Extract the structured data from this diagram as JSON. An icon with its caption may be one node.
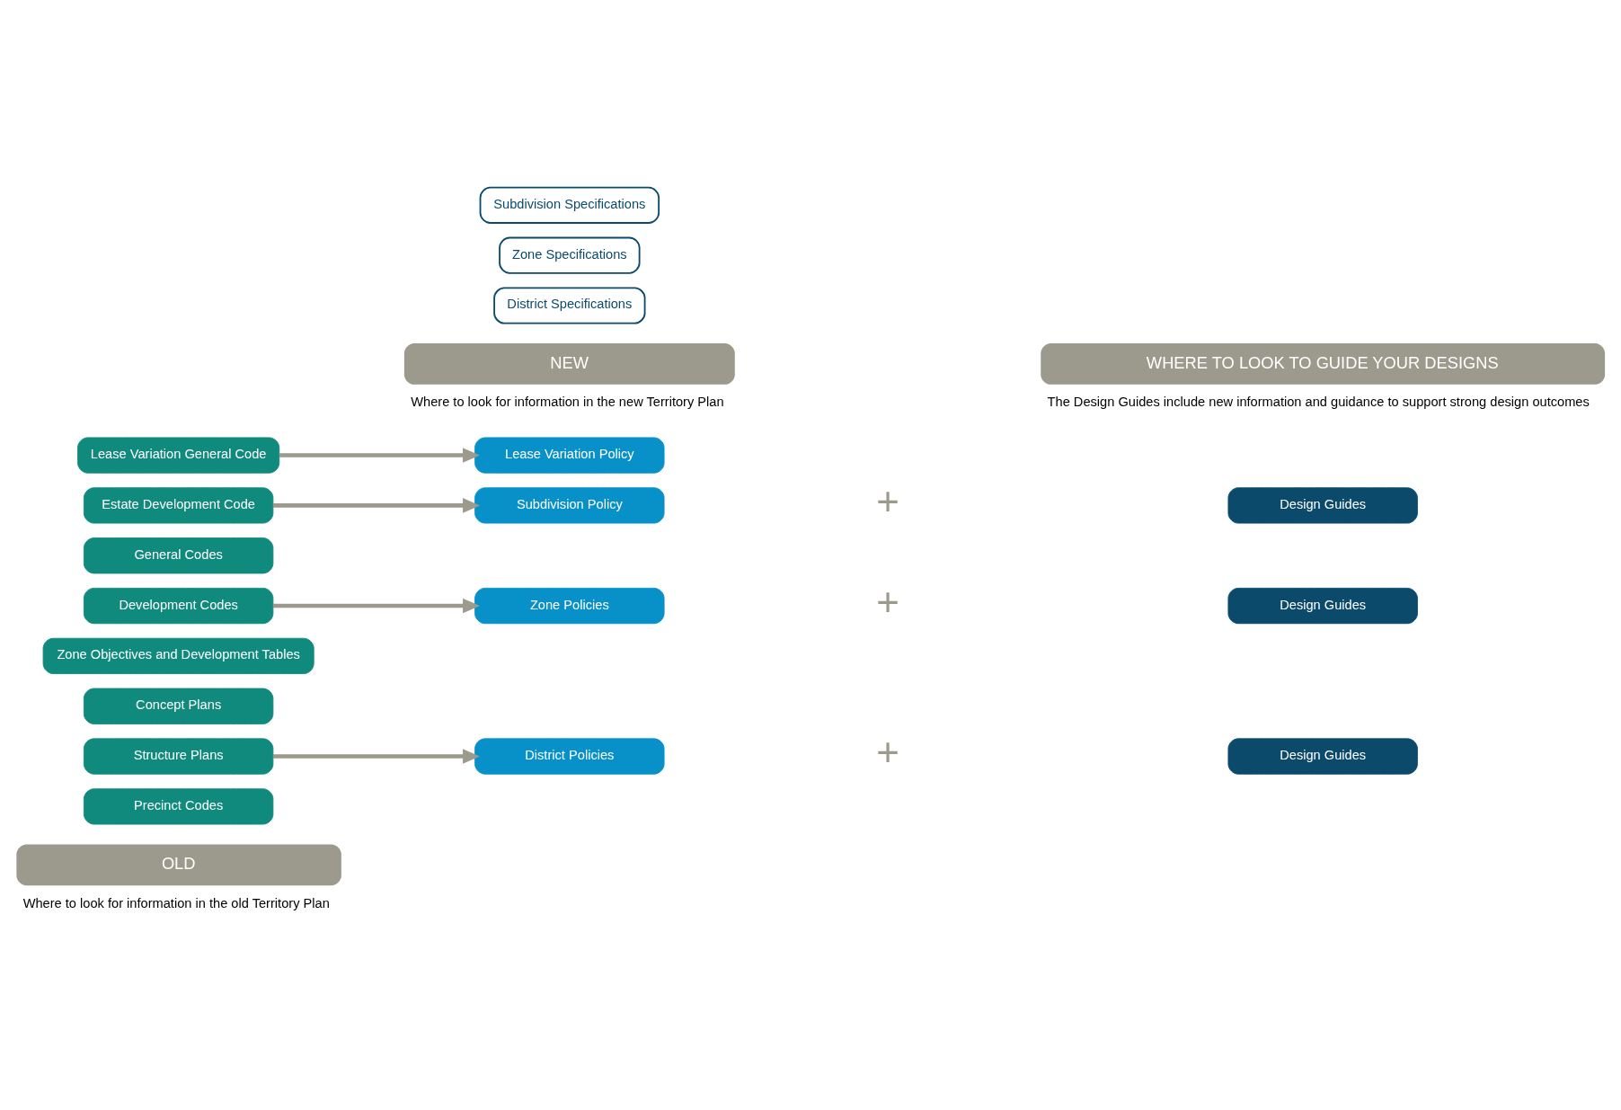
{
  "diagram": {
    "nodes": [
      {
        "text": [
          "OLD"
        ],
        "beside": [
          "Where to look for information in the old Territory Plan"
        ]
      },
      {
        "text": [
          "NEW"
        ],
        "beside": [
          "Where to look for information in the new Territory Plan"
        ]
      },
      {
        "text": [
          "WHERE TO LOOK TO GUIDE YOUR DESIGNS"
        ],
        "beside": [
          "The Design Guides include new information and guidance to support strong design outcomes"
        ]
      },
      {
        "text": [
          "Precinct Codes"
        ]
      },
      {
        "text": [
          "Structure Plans"
        ]
      },
      {
        "text": [
          "Concept Plans"
        ]
      },
      {
        "text": [
          "District Policies"
        ]
      },
      {
        "text": [
          "District Specifications"
        ]
      },
      {
        "text": [
          "Design Guides"
        ]
      },
      {
        "text": [
          "Zone Objectives and Development Tables"
        ]
      },
      {
        "text": [
          "Development Codes"
        ]
      },
      {
        "text": [
          "General Codes"
        ]
      },
      {
        "text": [
          "Zone Policies"
        ]
      },
      {
        "text": [
          "Zone Specifications"
        ]
      },
      {
        "text": [
          "Design Guides"
        ]
      },
      {
        "text": [
          "Estate Development Code"
        ]
      },
      {
        "text": [
          "Subdivision Policy"
        ]
      },
      {
        "text": [
          "Subdivision Specifications"
        ]
      },
      {
        "text": [
          "Design Guides"
        ]
      },
      {
        "text": [
          "Lease Variation General Code"
        ]
      },
      {
        "text": [
          "Lease Variation Policy"
        ]
      }
    ],
    "edges": [
      {
        "from": 4,
        "to": 6,
        "arrow": "to"
      },
      {
        "from": 10,
        "to": 12,
        "arrow": "to"
      },
      {
        "from": 15,
        "to": 16,
        "arrow": "to"
      },
      {
        "from": 19,
        "to": 20,
        "arrow": "to"
      }
    ],
    "labels": [
      "+",
      "+",
      "+"
    ]
  }
}
